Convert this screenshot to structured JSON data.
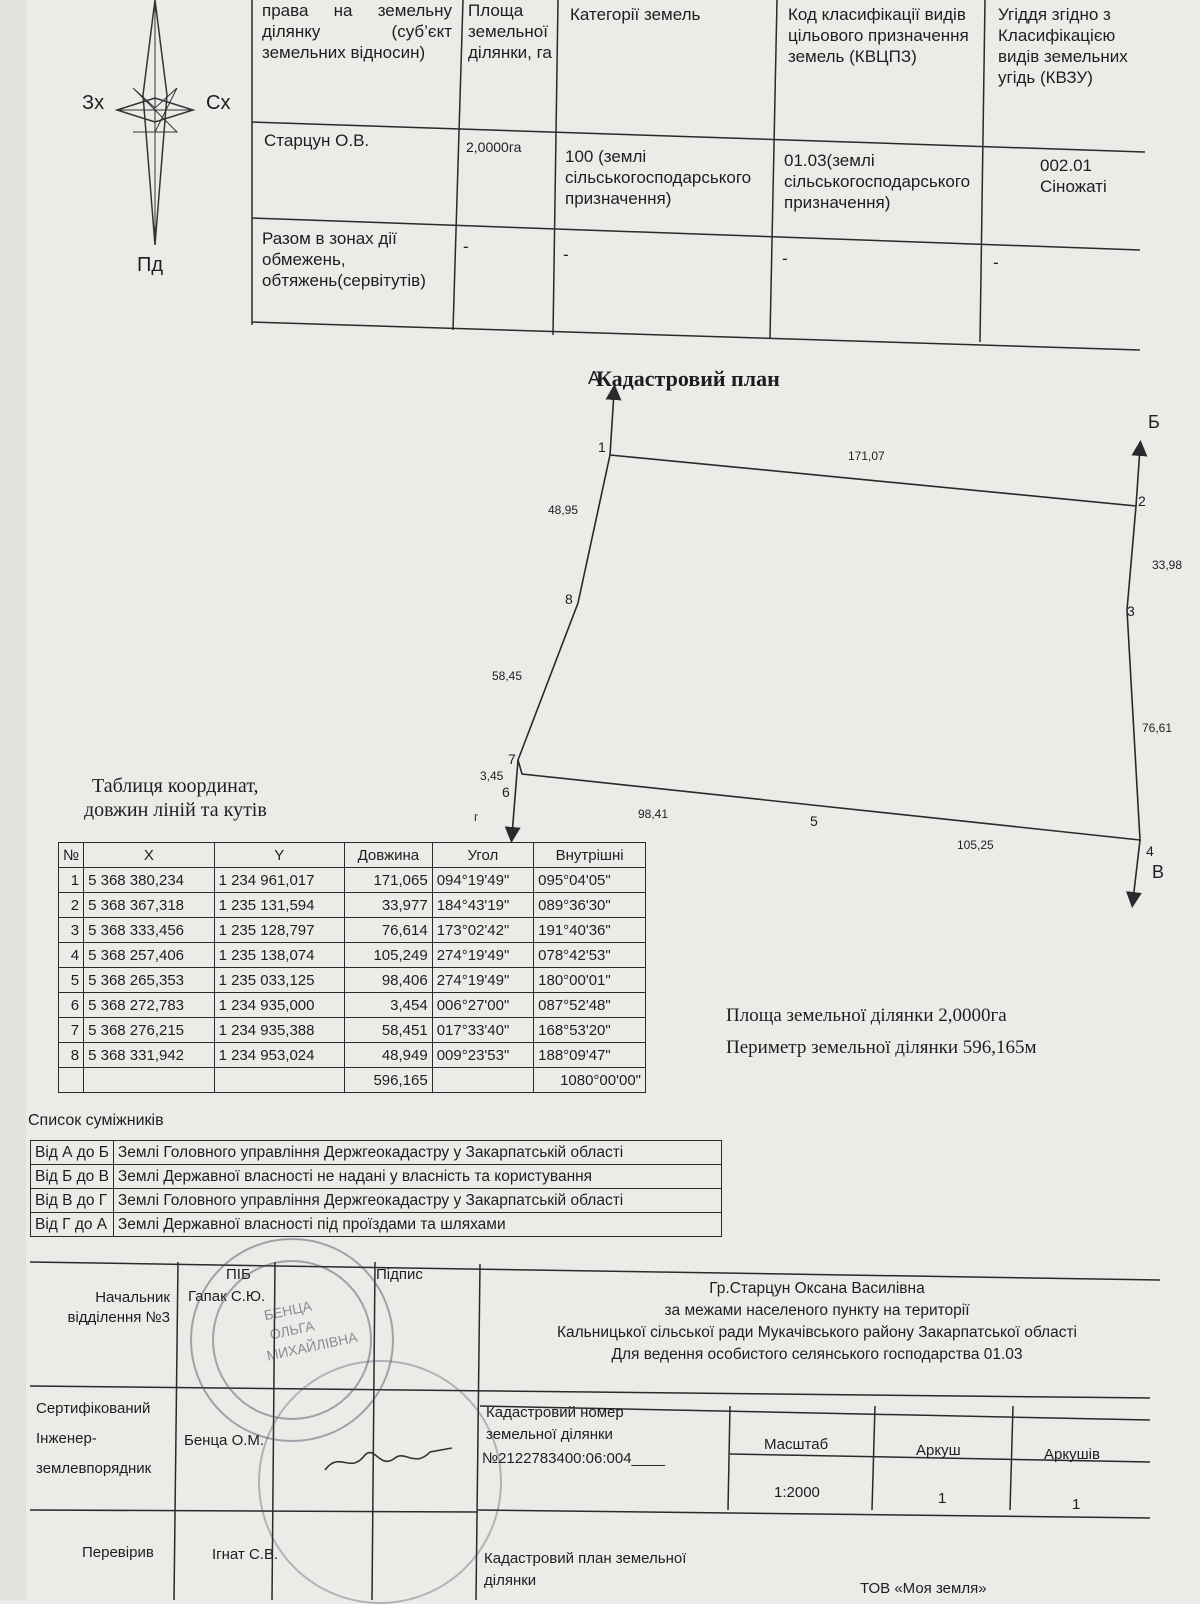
{
  "compass": {
    "west": "Зх",
    "east": "Сх",
    "south": "Пд"
  },
  "top_table": {
    "headers": {
      "subject": "права на земельну ділянку (суб’єкт земельних відносин)",
      "area": "Площа земельної ділянки, га",
      "category": "Категорії земель",
      "kvcpz": "Код класифікації видів цільового призначення земель (КВЦПЗ)",
      "kvzu": "Угіддя згідно з Класифікацією видів земельних угідь (КВЗУ)"
    },
    "row1": {
      "owner": "Старцун О.В.",
      "area": "2,0000га",
      "category": "100 (землі сільськогосподарського призначення)",
      "kvcpz": "01.03(землі сільськогосподарського призначення)",
      "kvzu": "002.01 Сіножаті"
    },
    "row2": {
      "label": "Разом в зонах дії обмежень, обтяжень(сервітутів)",
      "area": "-",
      "category": "-",
      "kvcpz": "-",
      "kvzu": "-"
    }
  },
  "plan": {
    "title": "Кадастровий план",
    "corner_labels": {
      "a": "А",
      "b": "Б",
      "v": "В",
      "g": "г"
    },
    "vertices": [
      "1",
      "2",
      "3",
      "4",
      "5",
      "6",
      "7",
      "8"
    ],
    "lengths": {
      "l12": "171,07",
      "l23": "33,98",
      "l34": "76,61",
      "l45": "105,25",
      "l56": "98,41",
      "l67": "3,45",
      "l78": "58,45",
      "l81": "48,95"
    }
  },
  "coord_table": {
    "title_line1": "Таблиця координат,",
    "title_line2": "довжин ліній та кутів",
    "headers": [
      "№",
      "X",
      "Y",
      "Довжина",
      "Угол",
      "Внутрішні"
    ],
    "rows": [
      [
        "1",
        "5 368 380,234",
        "1 234 961,017",
        "171,065",
        "094°19'49\"",
        "095°04'05\""
      ],
      [
        "2",
        "5 368 367,318",
        "1 235 131,594",
        "33,977",
        "184°43'19\"",
        "089°36'30\""
      ],
      [
        "3",
        "5 368 333,456",
        "1 235 128,797",
        "76,614",
        "173°02'42\"",
        "191°40'36\""
      ],
      [
        "4",
        "5 368 257,406",
        "1 235 138,074",
        "105,249",
        "274°19'49\"",
        "078°42'53\""
      ],
      [
        "5",
        "5 368 265,353",
        "1 235 033,125",
        "98,406",
        "274°19'49\"",
        "180°00'01\""
      ],
      [
        "6",
        "5 368 272,783",
        "1 234 935,000",
        "3,454",
        "006°27'00\"",
        "087°52'48\""
      ],
      [
        "7",
        "5 368 276,215",
        "1 234 935,388",
        "58,451",
        "017°33'40\"",
        "168°53'20\""
      ],
      [
        "8",
        "5 368 331,942",
        "1 234 953,024",
        "48,949",
        "009°23'53\"",
        "188°09'47\""
      ]
    ],
    "total_length": "596,165",
    "total_angle": "1080°00'00\""
  },
  "summary": {
    "area": "Площа земельної ділянки 2,0000га",
    "perimeter": "Периметр земельної ділянки 596,165м"
  },
  "adjacent": {
    "title": "Список суміжників",
    "rows": [
      [
        "Від А до Б",
        "Землі Головного управління Держгеокадастру у Закарпатській області"
      ],
      [
        "Від Б до В",
        "Землі Державної власності не надані у власність та користування"
      ],
      [
        "Від В до Г",
        "Землі Головного управління Держгеокадастру у Закарпатській області"
      ],
      [
        "Від Г до А",
        "Землі Державної власності під проїздами та шляхами"
      ]
    ]
  },
  "stamp": {
    "col_pib": "ПІБ",
    "col_sign": "Підпис",
    "chief_role": "Начальник відділення №3",
    "chief_name": "Гапак С.Ю.",
    "cert_role": "Сертифікований Інженер-землевпорядник",
    "cert_name": "Бенца О.М.",
    "checked_role": "Перевірив",
    "checked_name": "Ігнат С.В.",
    "owner_line": "Гр.Старцун Оксана Василівна",
    "loc_line1": "за межами населеного пункту на території",
    "loc_line2": "Кальницької сільської  ради Мукачівського району Закарпатської області",
    "purpose": "Для ведення особистого селянського господарства  01.03",
    "cad_label": "Кадастровий номер земельної ділянки",
    "cad_number": "№2122783400:06:004____",
    "scale_label": "Масштаб",
    "scale_value": "1:2000",
    "sheet_label": "Аркуш",
    "sheet_value": "1",
    "sheets_label": "Аркушів",
    "sheets_value": "1",
    "doc_title": "Кадастровий план земельної ділянки",
    "company": "ТОВ «Моя земля»",
    "seal_name": "БЕНЦА ОЛЬГА МИХАЙЛІВНА"
  }
}
